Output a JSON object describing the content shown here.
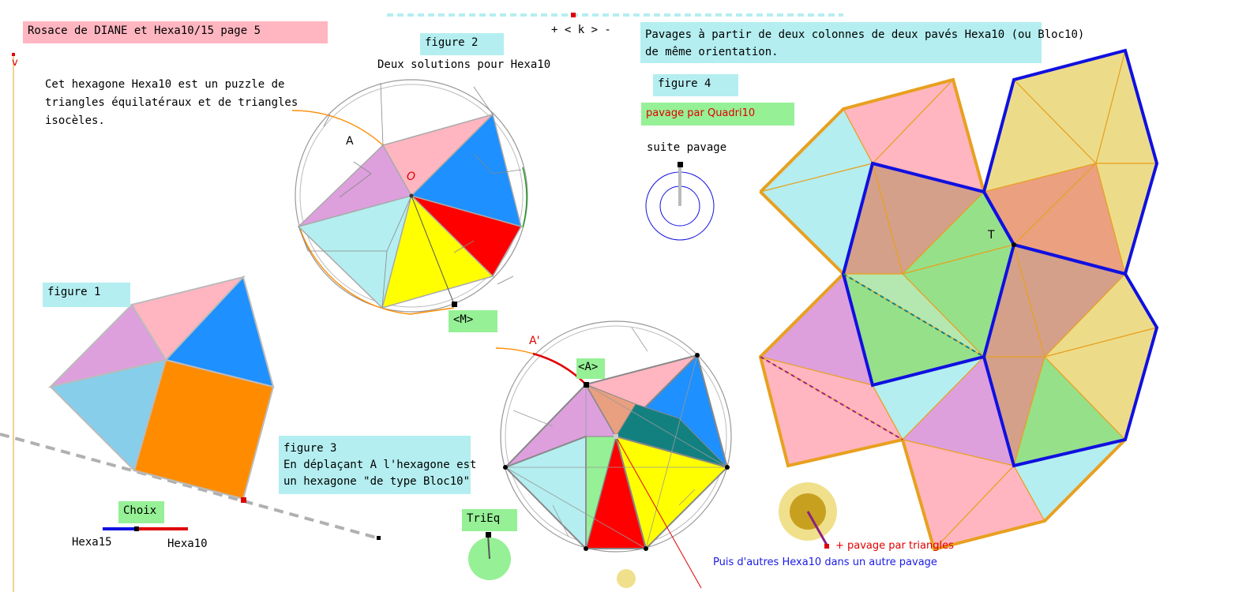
{
  "title": "Rosace de DIANE et Hexa10/15 page 5",
  "nav": "+ < k > -",
  "nav_v": "v",
  "intro": [
    "Cet hexagone Hexa10 est un puzzle de",
    "triangles équilatéraux et de triangles",
    "isocèles."
  ],
  "figure1": "figure 1",
  "figure2": {
    "label": "figure 2",
    "subtitle": "Deux solutions pour Hexa10",
    "point_a": "A",
    "point_o": "O",
    "point_m": "<M>"
  },
  "figure3": {
    "label": "figure 3",
    "lines": [
      "En déplaçant A l'hexagone est",
      "un hexagone \"de type Bloc10\""
    ],
    "point_a_prime": "A'",
    "point_a": "<A>"
  },
  "figure4": {
    "label": "figure 4",
    "pavage_button": "pavage par Quadri10",
    "suite": "suite pavage",
    "point_t": "T"
  },
  "heading_right": [
    "Pavages à partir de deux colonnes de deux pavés Hexa10 (ou Bloc10)",
    "de même orientation."
  ],
  "choix": {
    "label": "Choix",
    "left": "Hexa15",
    "right": "Hexa10"
  },
  "trieq": "TriEq",
  "bottom_red": "+ pavage par triangles",
  "bottom_blue": "Puis d'autres Hexa10 dans un autre pavage",
  "colors": {
    "pink": "#ffb6c1",
    "cyan": "#b4eef0",
    "green": "#96f096",
    "violet": "#dda0dd",
    "blue": "#1e90ff",
    "orange": "#ff8c00",
    "yellow": "#ffff00",
    "red": "#ff0000",
    "teal": "#138080",
    "sky": "#87ceeb",
    "gold": "#f0e08c",
    "tile_border": "#e8a020",
    "column_blue": "#1010e0"
  }
}
